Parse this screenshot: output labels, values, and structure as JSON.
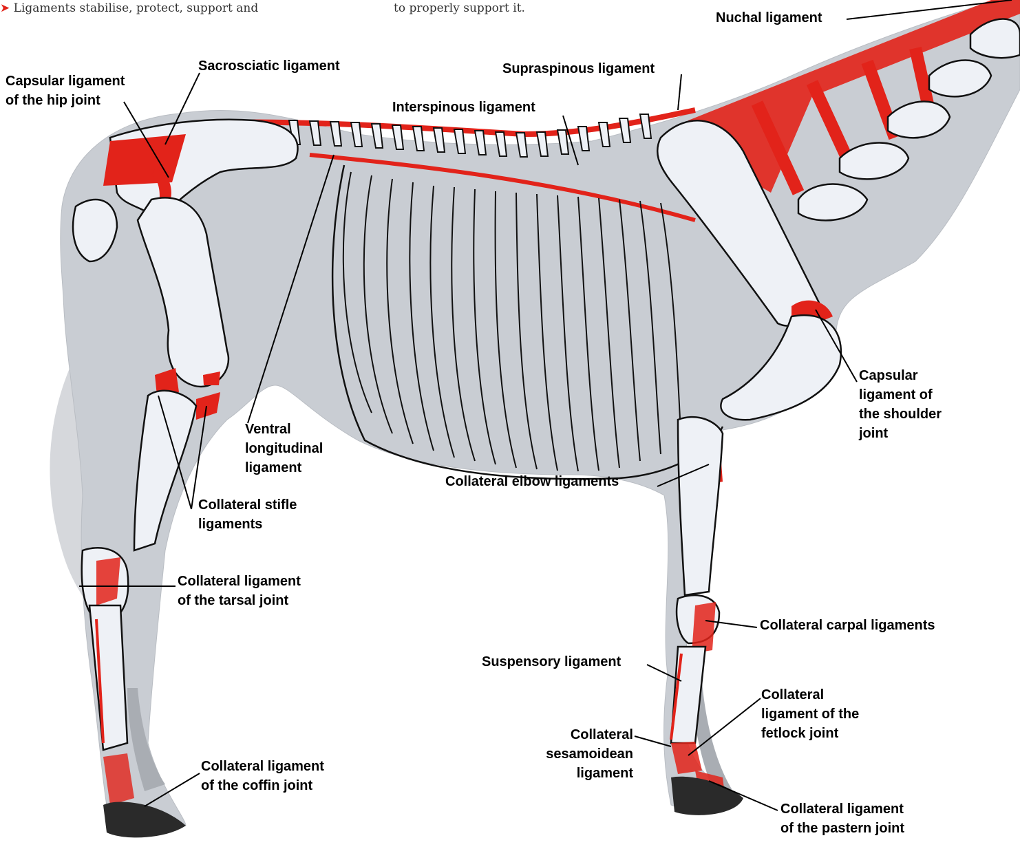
{
  "intro": {
    "left_text": "Ligaments stabilise, protect, support and",
    "right_text": "to properly support it."
  },
  "colors": {
    "ligament": "#e2231a",
    "bone": "#eef1f6",
    "coat": "#c9cdd3",
    "outline": "#111111",
    "hoof": "#2a2a2a"
  },
  "labels": {
    "nuchal": "Nuchal ligament",
    "sacrosciatic": "Sacrosciatic ligament",
    "capsular_hip_1": "Capsular ligament",
    "capsular_hip_2": "of the hip joint",
    "supraspinous": "Supraspinous ligament",
    "interspinous": "Interspinous ligament",
    "capsular_shoulder_1": "Capsular",
    "capsular_shoulder_2": "ligament of",
    "capsular_shoulder_3": "the shoulder",
    "capsular_shoulder_4": "joint",
    "ventral_1": "Ventral",
    "ventral_2": "longitudinal",
    "ventral_3": "ligament",
    "elbow": "Collateral elbow ligaments",
    "stifle_1": "Collateral stifle",
    "stifle_2": "ligaments",
    "tarsal_1": "Collateral ligament",
    "tarsal_2": "of the tarsal joint",
    "carpal": "Collateral carpal ligaments",
    "suspensory": "Suspensory ligament",
    "fetlock_1": "Collateral",
    "fetlock_2": "ligament of the",
    "fetlock_3": "fetlock joint",
    "sesamoidean_1": "Collateral",
    "sesamoidean_2": "sesamoidean",
    "sesamoidean_3": "ligament",
    "coffin_1": "Collateral ligament",
    "coffin_2": "of the coffin joint",
    "pastern_1": "Collateral ligament",
    "pastern_2": "of the pastern joint"
  }
}
